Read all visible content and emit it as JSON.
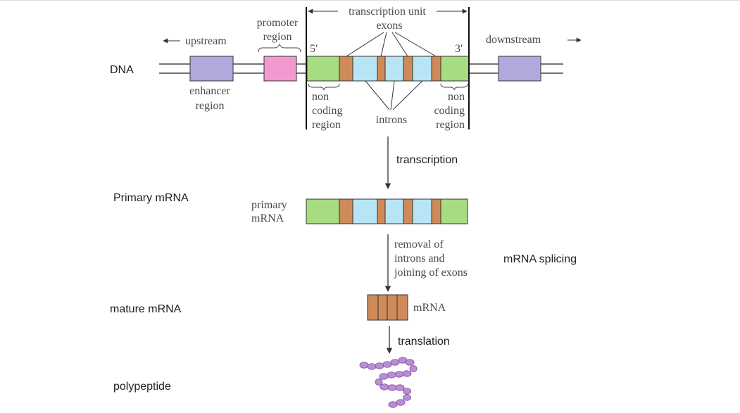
{
  "colors": {
    "enhancer": "#b3a8dc",
    "promoter": "#f29ad0",
    "noncoding": "#a8dc80",
    "exon": "#cf8a5a",
    "intron": "#b7e5f6",
    "polypeptide": "#b98fd2"
  },
  "labels": {
    "upstream": "upstream",
    "promoter_region": [
      "promoter",
      "region"
    ],
    "transcription_unit": "transcription unit",
    "exons": "exons",
    "five_prime": "5′",
    "three_prime": "3′",
    "downstream": "downstream",
    "enhancer_region": [
      "enhancer",
      "region"
    ],
    "non_coding_left": [
      "non",
      "coding",
      "region"
    ],
    "introns": "introns",
    "non_coding_right": [
      "non",
      "coding",
      "region"
    ],
    "primary_mrna": [
      "primary",
      "mRNA"
    ],
    "removal": [
      "removal of",
      "introns and",
      "joining of exons"
    ],
    "mrna": "mRNA"
  },
  "steps": {
    "dna": "DNA",
    "primary": "Primary mRNA",
    "transcription": "transcription",
    "splicing": "mRNA splicing",
    "mature": "mature mRNA",
    "translation": "translation",
    "polypeptide": "polypeptide"
  }
}
